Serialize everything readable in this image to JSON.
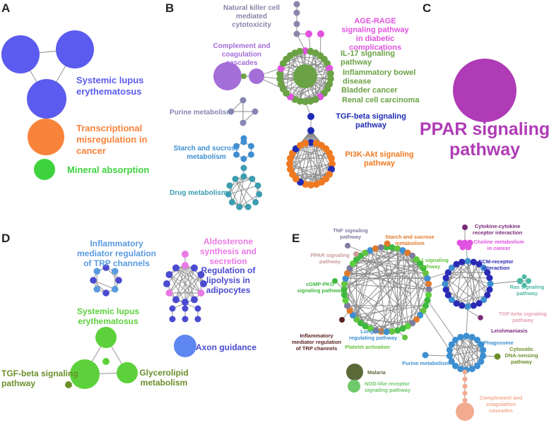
{
  "colors": {
    "blue": "#5b5bef",
    "orange": "#f8833b",
    "green": "#3ed33e",
    "purple_c": "#b03bb6",
    "grey_purple": "#8886a9",
    "magenta": "#e052e0",
    "olive_green": "#6aa245",
    "violet": "#a46ed8",
    "slate": "#8586b3",
    "sky": "#3e8fd1",
    "teal": "#3b9db0",
    "navy": "#1f2ab5",
    "orange_b": "#ef7a22",
    "light_blue": "#5a9be0",
    "pink": "#e979e5",
    "royal": "#4a4ad1",
    "cornflower": "#5d86f0",
    "lime": "#5cd13b",
    "olive": "#6a8f2a",
    "grey_e": "#7e7c9f",
    "tan": "#c99b9b",
    "orange_e": "#e07a2a",
    "green_e": "#3fb83f",
    "maroon": "#5a1f1f",
    "light_green_e": "#66c33e",
    "blue_e": "#2a2ab5",
    "mint": "#4db8a6",
    "rose": "#e5a0b0",
    "purple_e": "#7a2a7a",
    "azure": "#3a8fd1",
    "dark_olive": "#5c6a3a",
    "light_green": "#6fc86a",
    "salmon": "#f2ab8f",
    "edge": "#8a8a8a"
  },
  "panels": {
    "a": {
      "letter": "A",
      "labels": {
        "lupus": [
          "Systemic lupus",
          "erythematosus"
        ],
        "transcriptional": [
          "Transcriptional",
          "misregulation in",
          "cancer"
        ],
        "mineral": [
          "Mineral absorption"
        ]
      }
    },
    "b": {
      "letter": "B",
      "labels": {
        "nk": [
          "Natural killer cell",
          "mediated",
          "cytotoxicity"
        ],
        "age": [
          "AGE-RAGE",
          "signaling pathway",
          "in diabetic",
          "complications"
        ],
        "complement": [
          "Complement and",
          "coagulation",
          "cascades"
        ],
        "il17": [
          "IL-17 signaling",
          "pathway"
        ],
        "ibd": [
          "Inflammatory bowel",
          "disease"
        ],
        "bladder": [
          "Bladder cancer"
        ],
        "renal": [
          "Renal cell carcinoma"
        ],
        "purine": [
          "Purine metabolism"
        ],
        "tgf": [
          "TGF-beta signaling",
          "pathway"
        ],
        "starch": [
          "Starch and sucrose",
          "metabolism"
        ],
        "pi3k": [
          "PI3K-Akt signaling",
          "pathway"
        ],
        "drug": [
          "Drug metabolism"
        ]
      }
    },
    "c": {
      "letter": "C",
      "labels": {
        "ppar": [
          "PPAR signaling",
          "pathway"
        ]
      }
    },
    "d": {
      "letter": "D",
      "labels": {
        "trp": [
          "Inflammatory",
          "mediator regulation",
          "of TRP channels"
        ],
        "aldo": [
          "Aldosterone",
          "synthesis and",
          "secretion"
        ],
        "lipolysis": [
          "Regulation of",
          "lipolysis in",
          "adipocytes"
        ],
        "axon": [
          "Axon guidance"
        ],
        "lupus": [
          "Systemic lupus",
          "erythematosus"
        ],
        "tgf": [
          "TGF-beta signaling",
          "pathway"
        ],
        "glycerolipid": [
          "Glycerolipid",
          "metabolism"
        ]
      }
    },
    "e": {
      "letter": "E",
      "labels": {
        "tnf": [
          "TNF signaling",
          "pathway"
        ],
        "starch": [
          "Starch and sucrose",
          "metabolism"
        ],
        "cytokine": [
          "Cytokine-cytokine",
          "receptor interaction"
        ],
        "ppar": [
          "PPAR signaling",
          "pathway"
        ],
        "choline": [
          "Choline metabolism",
          "in cancer"
        ],
        "hif": [
          "HIF-1 signaling",
          "pathway"
        ],
        "ecm": [
          "ECM-receptor",
          "interaction"
        ],
        "cgmp": [
          "cGMP-PKG",
          "signaling pathway"
        ],
        "ras": [
          "Ras signaling",
          "pathway"
        ],
        "tgf": [
          "TGF-beta signaling",
          "pathway"
        ],
        "trp": [
          "Inflammatory",
          "mediator regulation",
          "of TRP channels"
        ],
        "leish": [
          "Leishmaniasis"
        ],
        "longevity": [
          "Longevity",
          "regulating pathway"
        ],
        "phagosome": [
          "Phagosome"
        ],
        "platelet": [
          "Platelet activation"
        ],
        "cytosolic": [
          "Cytosolic",
          "DNA-sensing",
          "pathway"
        ],
        "purine": [
          "Purine metabolism"
        ],
        "malaria": [
          "Malaria"
        ],
        "nod": [
          "NOD-like receptor",
          "signaling pathway"
        ],
        "complement": [
          "Complement and",
          "coagulation",
          "cascades"
        ]
      }
    }
  }
}
